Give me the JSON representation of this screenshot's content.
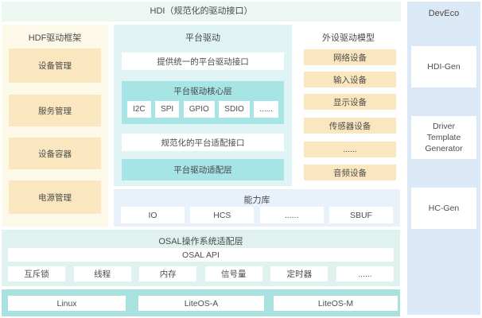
{
  "top_bar": {
    "title": "HDI（规范化的驱动接口）"
  },
  "hdf_framework": {
    "title": "HDF驱动框架",
    "items": [
      "设备管理",
      "服务管理",
      "设备容器",
      "电源管理"
    ]
  },
  "platform_driver": {
    "title": "平台驱动",
    "unified_api": "提供统一的平台驱动接口",
    "core_layer": {
      "title": "平台驱动核心层",
      "chips": [
        "I2C",
        "SPI",
        "GPIO",
        "SDIO",
        "......"
      ]
    },
    "adapt_api": "规范化的平台适配接口",
    "adapt_layer": "平台驱动适配层"
  },
  "peripheral_models": {
    "title": "外设驱动模型",
    "items": [
      "网络设备",
      "输入设备",
      "显示设备",
      "传感器设备",
      "......",
      "音频设备"
    ]
  },
  "capability_lib": {
    "title": "能力库",
    "items": [
      "IO",
      "HCS",
      "......",
      "SBUF"
    ]
  },
  "osal": {
    "title": "OSAL操作系统适配层",
    "api_bar": "OSAL API",
    "items": [
      "互斥锁",
      "线程",
      "内存",
      "信号量",
      "定时器",
      "......"
    ]
  },
  "kernels": {
    "items": [
      "Linux",
      "LiteOS-A",
      "LiteOS-M"
    ]
  },
  "deveco": {
    "title": "DevEco",
    "items": [
      "HDI-Gen",
      "Driver Template Generator",
      "HC-Gen"
    ]
  },
  "colors": {
    "top_bar_bg": "#ECF7F2",
    "hdf_bg": "#FDF9E9",
    "yellow_box": "#FAE7BF",
    "platform_bg": "#E0F4F6",
    "teal_box": "#A6E4E6",
    "capability_bg": "#E9F1FA",
    "osal_bg": "#DFF2F0",
    "kernel_bg": "#A9E1DE",
    "deveco_bg": "#DBE8F6",
    "text": "#4D4D4D"
  }
}
